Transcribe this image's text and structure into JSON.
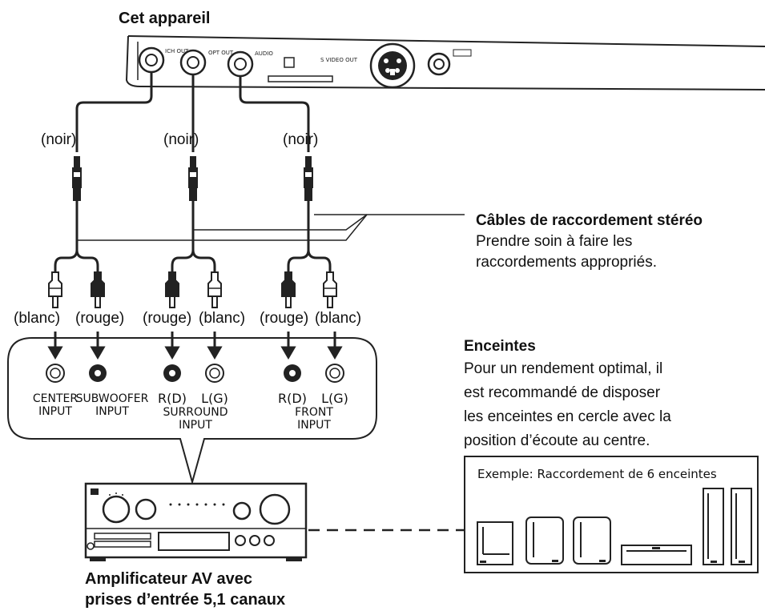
{
  "device": {
    "title": "Cet appareil",
    "jacks": [
      "ICH OUT",
      "OPT OUT",
      "AUDIO",
      "S VIDEO OUT"
    ]
  },
  "colors": {
    "noir": "(noir)",
    "blanc": "(blanc)",
    "rouge": "(rouge)"
  },
  "cable_note": {
    "title": "Câbles de raccordement stéréo",
    "line1": "Prendre soin à faire les",
    "line2": "raccordements appropriés."
  },
  "inputs": {
    "center_1": "CENTER",
    "center_2": "INPUT",
    "sub_1": "SUBWOOFER",
    "sub_2": "INPUT",
    "sur_r": "R(D)",
    "sur_l": "L(G)",
    "sur_1": "SURROUND",
    "sur_2": "INPUT",
    "front_r": "R(D)",
    "front_l": "L(G)",
    "front_1": "FRONT",
    "front_2": "INPUT"
  },
  "speakers_note": {
    "title": "Enceintes",
    "line1": "Pour un rendement optimal, il",
    "line2": "est recommandé de disposer",
    "line3": "les enceintes en cercle avec la",
    "line4": "position d’écoute au centre."
  },
  "example_label": "Exemple:  Raccordement de 6 enceintes",
  "amplifier": {
    "line1": "Amplificateur AV avec",
    "line2": "prises d’entrée 5,1 canaux"
  }
}
